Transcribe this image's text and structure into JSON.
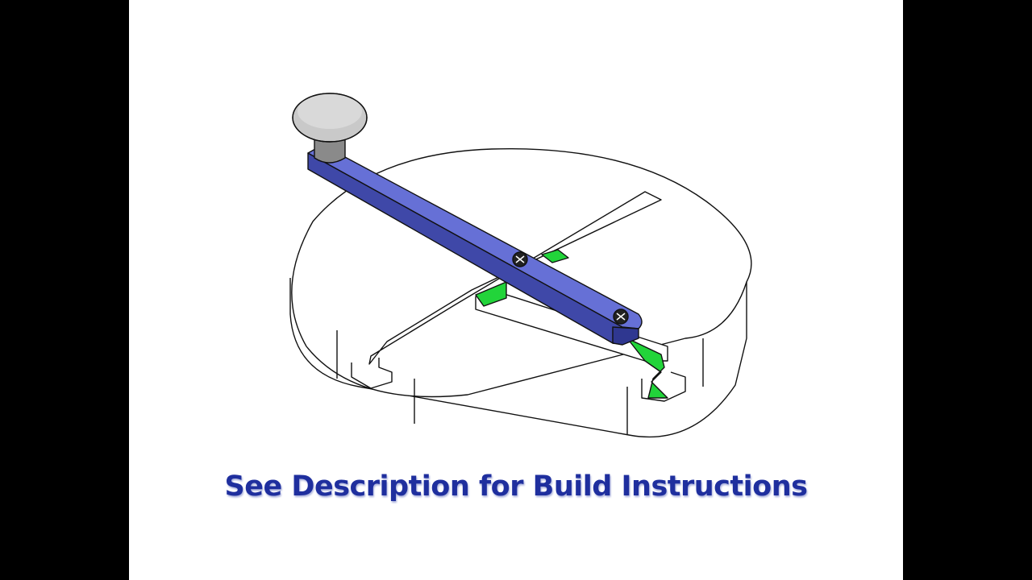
{
  "caption": {
    "text": "See Description for Build Instructions",
    "color": "#1f2f9e",
    "shadow_color": "#a9b0dc"
  },
  "colors": {
    "background": "#000000",
    "canvas": "#ffffff",
    "lines": "#111111",
    "arm_top": "#6670d6",
    "arm_side": "#3f48a8",
    "arm_end": "#2f3790",
    "knob": "#c9c9c9",
    "knob_shadow": "#8a8a8a",
    "slot_fill": "#22d43a"
  },
  "illustration": {
    "parts": [
      "round-base-plate",
      "cross-slot",
      "t-slot-profile",
      "pivot-arm",
      "knob",
      "screw"
    ]
  }
}
